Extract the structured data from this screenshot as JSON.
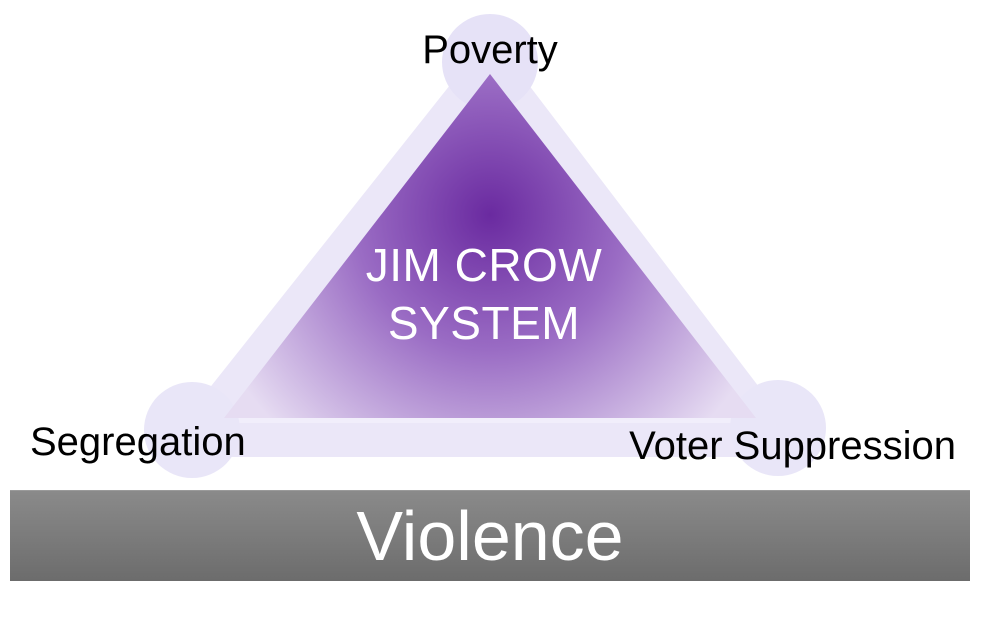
{
  "diagram": {
    "center_label_line1": "JIM CROW",
    "center_label_line2": "SYSTEM",
    "vertices": {
      "top": "Poverty",
      "bottom_left": "Segregation",
      "bottom_right": "Voter Suppression"
    },
    "foundation": "Violence"
  },
  "colors": {
    "triangle_core": "#6a2aa0",
    "triangle_edge": "#d9ccee",
    "halo": "#ebe7f8",
    "foundation_bar": "#7a7a7a",
    "text_dark": "#000000",
    "text_light": "#ffffff"
  }
}
